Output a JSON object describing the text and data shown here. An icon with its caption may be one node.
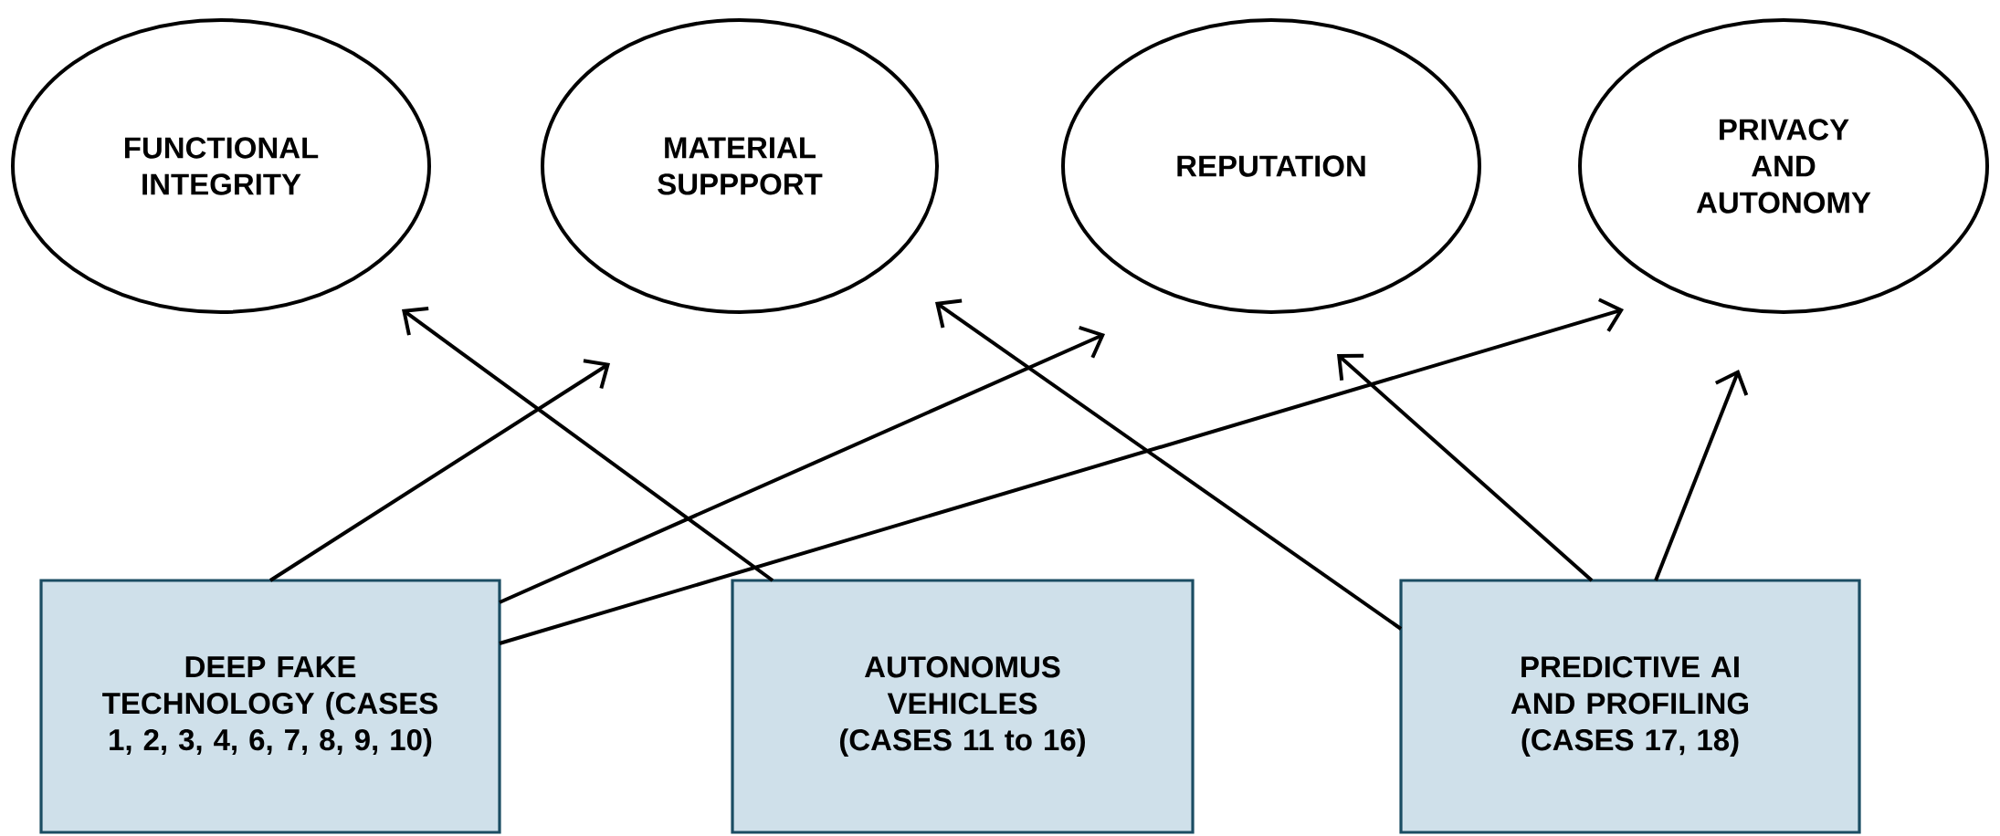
{
  "diagram": {
    "nodes": [
      {
        "text": [
          "FUNCTIONAL INTEGRITY"
        ]
      },
      {
        "text": [
          "MATERIAL SUPPPORT"
        ]
      },
      {
        "text": [
          "REPUTATION"
        ]
      },
      {
        "text": [
          "PRIVACY AND AUTONOMY"
        ]
      },
      {
        "text": [
          "DEEP FAKE TECHNOLOGY (CASES 1, 2, 3, 4, 6, 7, 8, 9, 10)"
        ]
      },
      {
        "text": [
          "AUTONOMUS VEHICLES (CASES 11 to 16)"
        ]
      },
      {
        "text": [
          "PREDICTIVE AI AND PROFILING (CASES 17, 18)"
        ]
      }
    ],
    "edges": [
      {
        "from": 4,
        "to": 1,
        "arrow": "to"
      },
      {
        "from": 4,
        "to": 2,
        "arrow": "to"
      },
      {
        "from": 4,
        "to": 3,
        "arrow": "to"
      },
      {
        "from": 5,
        "to": 0,
        "arrow": "to"
      },
      {
        "from": 6,
        "to": 1,
        "arrow": "to"
      },
      {
        "from": 6,
        "to": 2,
        "arrow": "to"
      },
      {
        "from": 6,
        "to": 3,
        "arrow": "to"
      }
    ]
  }
}
